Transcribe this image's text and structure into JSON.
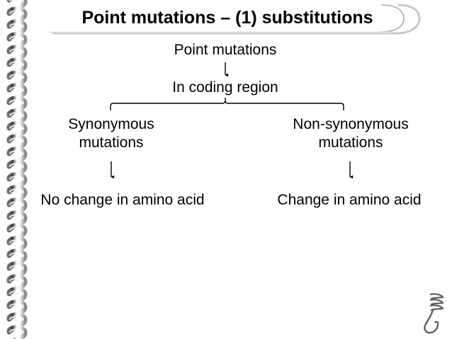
{
  "slide": {
    "title": "Point mutations – (1) substitutions",
    "background_color": "#ffffff",
    "text_color": "#000000",
    "accent_color": "#808080"
  },
  "decorations": {
    "spiral_binding": "spiral-binding-icon",
    "signature_mark": "calligraphic-signature-icon",
    "banner_shape": "rounded-banner-outline"
  },
  "diagram": {
    "type": "flowchart",
    "nodes": [
      {
        "id": "root",
        "label": "Point mutations"
      },
      {
        "id": "coding",
        "label": "In coding region"
      },
      {
        "id": "syn",
        "label": "Synonymous\nmutations"
      },
      {
        "id": "nonsyn",
        "label": "Non-synonymous\nmutations"
      },
      {
        "id": "nochange",
        "label": "No change in amino acid"
      },
      {
        "id": "change",
        "label": "Change in amino acid"
      }
    ],
    "edges": [
      {
        "from": "root",
        "to": "coding",
        "style": "arrow"
      },
      {
        "from": "coding",
        "to": "syn",
        "style": "bracket"
      },
      {
        "from": "coding",
        "to": "nonsyn",
        "style": "bracket"
      },
      {
        "from": "syn",
        "to": "nochange",
        "style": "arrow"
      },
      {
        "from": "nonsyn",
        "to": "change",
        "style": "arrow"
      }
    ]
  }
}
